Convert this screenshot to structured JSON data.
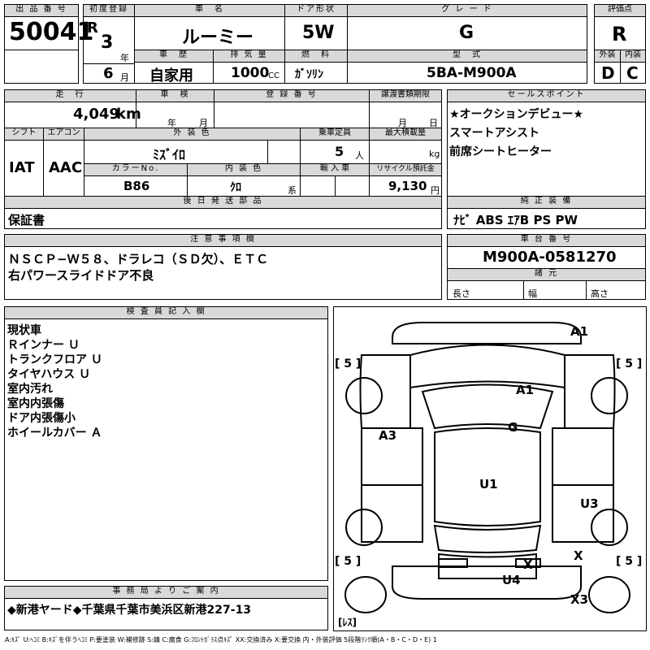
{
  "header": {
    "lot_no_label": "出 品 番 号",
    "lot_no": "50041",
    "first_reg_label": "初度登録",
    "era": "R",
    "year": "3",
    "year_unit": "年",
    "month": "6",
    "month_unit": "月",
    "car_name_label": "車　名",
    "car_name": "ルーミー",
    "door_label": "ドア形状",
    "door": "5W",
    "grade_label": "グ レ ー ド",
    "grade": "G",
    "score_label": "評価点",
    "score": "R",
    "history_label": "車　歴",
    "history": "自家用",
    "displacement_label": "排 気 量",
    "displacement": "1000",
    "displacement_unit": "CC",
    "fuel_label": "燃　料",
    "fuel": "ｶﾞｿﾘﾝ",
    "model_label": "型　式",
    "model": "5BA-M900A",
    "exterior_label": "外装",
    "exterior": "D",
    "interior_label": "内装",
    "interior": "C"
  },
  "row2": {
    "mileage_label": "走　行",
    "mileage": "4,049",
    "mileage_unit": "km",
    "inspection_label": "車　検",
    "insp_year_unit": "年",
    "insp_month_unit": "月",
    "reg_no_label": "登 録 番 号",
    "transfer_label": "譲渡書類期限",
    "transfer_month_unit": "月",
    "transfer_day_unit": "日",
    "shift_label": "シフト",
    "shift": "IAT",
    "ac_label": "エアコン",
    "ac": "AAC",
    "color_label": "外 装 色",
    "color": "ﾐｽﾞｲﾛ",
    "capacity_label": "乗車定員",
    "capacity": "5",
    "capacity_unit": "人",
    "load_label": "最大積載量",
    "load_unit": "kg",
    "color_no_label": "カラーNo.",
    "color_no": "B86",
    "int_color_label": "内 装 色",
    "int_color": "ｸﾛ",
    "int_color_unit": "系",
    "import_label": "輸 入 車",
    "recycle_label": "リサイクル預託金",
    "recycle": "9,130",
    "recycle_unit": "円",
    "later_label": "後 日 発 送 部 品",
    "later": "保証書"
  },
  "sales": {
    "label": "セールスポイント",
    "lines": [
      "★オークションデビュー★",
      "スマートアシスト",
      "前席シートヒーター"
    ]
  },
  "equipment": {
    "label": "純 正 装 備",
    "value": "ﾅﾋﾞ  ABS  ｴｱB  PS  PW"
  },
  "notes": {
    "label": "注 意 事 項 欄",
    "lines": [
      "ＮＳＣＰ−Ｗ５８、ドラレコ（ＳＤ欠）、ＥＴＣ",
      "右パワースライドドア不良"
    ]
  },
  "chassis": {
    "label": "車 台 番 号",
    "value": "M900A-0581270",
    "dims_label": "諸 元",
    "length_label": "長さ",
    "width_label": "幅",
    "height_label": "高さ"
  },
  "inspector": {
    "label": "検 査 員 記 入 欄",
    "lines": [
      "現状車",
      "Ｒインナー Ｕ",
      "トランクフロア Ｕ",
      "タイヤハウス Ｕ",
      "室内汚れ",
      "室内内張傷",
      "ドア内張傷小",
      "ホイールカバー Ａ"
    ]
  },
  "office": {
    "label": "事 務 局 よ り ご 案 内",
    "text": "◆新港ヤード◆千葉県千葉市美浜区新港227-13"
  },
  "diagram": {
    "marks": {
      "a1_top": "A1",
      "a1_roof": "A1",
      "g": "G",
      "a3": "A3",
      "u1": "U1",
      "u3": "U3",
      "x_rear": "X",
      "x_right": "X",
      "u4": "U4",
      "x3": "X3"
    },
    "tire_tl": "[ 5 ]",
    "tire_tr": "[ 5 ]",
    "tire_bl": "[ 5 ]",
    "tire_br": "[ 5 ]",
    "spare": "[ﾚｽ]"
  },
  "legend": "A:ｷｽﾞ  U:ﾍｺﾐ  B:ｷｽﾞを伴うﾍｺﾐ  P:要塗装  W:補修跡  S:錆  C:腐食  G:ﾌﾛﾝﾄｶﾞﾗｽ点ｷｽﾞ  XX:交換済み  X:要交換   内・外装評価   5段階ﾗﾝｸ順(A・B・C・D・E)  1"
}
